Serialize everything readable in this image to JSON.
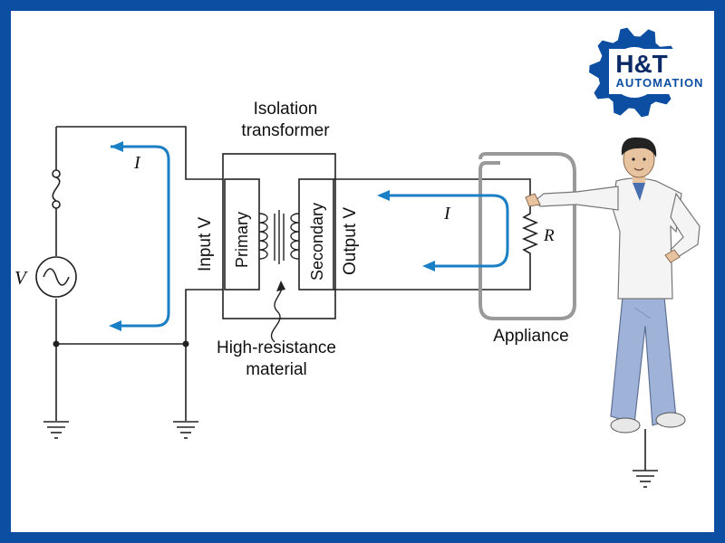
{
  "labels": {
    "isolation_line1": "Isolation",
    "isolation_line2": "transformer",
    "input_v": "Input V",
    "primary": "Primary",
    "secondary": "Secondary",
    "output_v": "Output V",
    "current_left": "I",
    "current_right": "I",
    "source_v": "V",
    "resistor_r": "R",
    "high_resistance_line1": "High-resistance",
    "high_resistance_line2": "material",
    "appliance": "Appliance"
  },
  "logo": {
    "brand": "H&T",
    "subtitle": "AUTOMATION"
  },
  "colors": {
    "frame": "#0b4ea2",
    "current_arrow": "#1a7fc4",
    "wire": "#222222",
    "appliance_case": "#9a9a9a"
  },
  "icons": [
    "gear-icon",
    "ground-symbol",
    "ac-source-symbol",
    "fuse-symbol",
    "resistor-symbol",
    "person-illustration"
  ]
}
